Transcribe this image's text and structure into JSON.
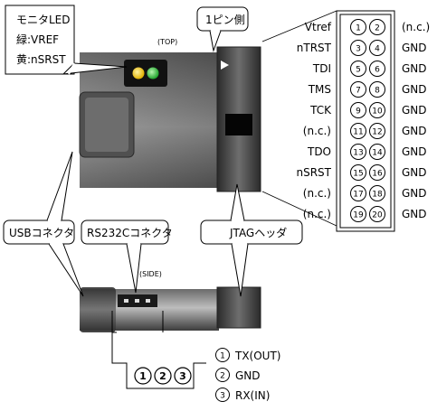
{
  "callouts": {
    "monitor_led": [
      "モニタLED",
      "緑:VREF",
      "黄:nSRST"
    ],
    "pin1_side": "1ピン側",
    "usb_connector": "USBコネクタ",
    "rs232c_connector": "RS232Cコネクタ",
    "jtag_header": "JTAGヘッダ"
  },
  "view_labels": {
    "top": "(TOP)",
    "side": "(SIDE)"
  },
  "led_colors": {
    "yellow": "#f2c200",
    "green": "#2fbf3a"
  },
  "jtag_pins": [
    {
      "left_pin": "1",
      "right_pin": "2",
      "left_signal": "Vtref",
      "right_signal": "(n.c.)"
    },
    {
      "left_pin": "3",
      "right_pin": "4",
      "left_signal": "nTRST",
      "right_signal": "GND"
    },
    {
      "left_pin": "5",
      "right_pin": "6",
      "left_signal": "TDI",
      "right_signal": "GND"
    },
    {
      "left_pin": "7",
      "right_pin": "8",
      "left_signal": "TMS",
      "right_signal": "GND"
    },
    {
      "left_pin": "9",
      "right_pin": "10",
      "left_signal": "TCK",
      "right_signal": "GND"
    },
    {
      "left_pin": "11",
      "right_pin": "12",
      "left_signal": "(n.c.)",
      "right_signal": "GND"
    },
    {
      "left_pin": "13",
      "right_pin": "14",
      "left_signal": "TDO",
      "right_signal": "GND"
    },
    {
      "left_pin": "15",
      "right_pin": "16",
      "left_signal": "nSRST",
      "right_signal": "GND"
    },
    {
      "left_pin": "17",
      "right_pin": "18",
      "left_signal": "(n.c.)",
      "right_signal": "GND"
    },
    {
      "left_pin": "19",
      "right_pin": "20",
      "left_signal": "(n.c.)",
      "right_signal": "GND"
    }
  ],
  "serial_pins": {
    "connector_numbers": [
      "1",
      "2",
      "3"
    ],
    "legend": [
      {
        "num": "1",
        "label": "TX(OUT)"
      },
      {
        "num": "2",
        "label": "GND"
      },
      {
        "num": "3",
        "label": "RX(IN)"
      }
    ]
  }
}
